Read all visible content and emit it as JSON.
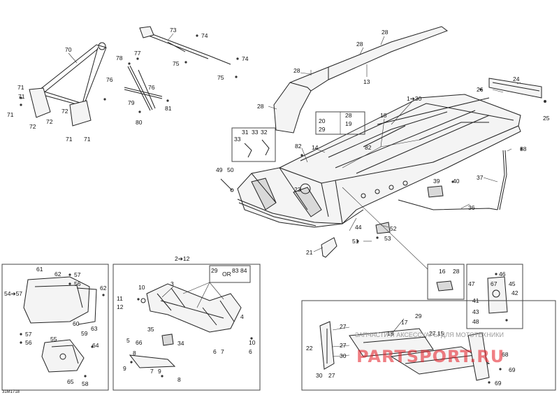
{
  "diagram": {
    "drawing_code": "31M1718",
    "callouts": {
      "n70": "70",
      "n71a": "71",
      "n71b": "71",
      "n71c": "71",
      "n71d": "71",
      "n71e": "71",
      "n72a": "72",
      "n72b": "72",
      "n72c": "72",
      "n73": "73",
      "n74a": "74",
      "n74b": "74",
      "n75a": "75",
      "n75b": "75",
      "n76a": "76",
      "n76b": "76",
      "n77": "77",
      "n78": "78",
      "n79": "79",
      "n80": "80",
      "n81": "81",
      "n28a": "28",
      "n28b": "28",
      "n28c": "28",
      "n28d": "28",
      "n13": "13",
      "n24": "24",
      "n25": "25",
      "n26": "26",
      "n1_30": "1➔30",
      "n20": "20",
      "n29a": "29",
      "n28e": "28",
      "n19": "19",
      "n18": "18",
      "n31": "31",
      "n33a": "33",
      "n32": "32",
      "n33b": "33",
      "n82a": "82",
      "n82b": "82",
      "n14": "14",
      "n49": "49",
      "n50": "50",
      "n23": "23",
      "n38": "38",
      "n37": "37",
      "n39": "39",
      "n40": "40",
      "n36": "36",
      "n44": "44",
      "n52": "52",
      "n51": "51",
      "n53": "53",
      "n21": "21",
      "n61": "61",
      "n62a": "62",
      "n57a": "57",
      "n56a": "56",
      "n54_57": "54➔57",
      "n62b": "62",
      "n60": "60",
      "n63": "63",
      "n59": "59",
      "n57b": "57",
      "n56b": "56",
      "n55": "55",
      "n64": "64",
      "n65": "65",
      "n58": "58",
      "n2_12": "2➔12",
      "n29b": "29",
      "n_or": "OR",
      "n83": "83",
      "n84": "84",
      "n3": "3",
      "n10": "10",
      "n11": "11",
      "n12": "12",
      "n4": "4",
      "n35": "35",
      "n66": "66",
      "n34": "34",
      "n5": "5",
      "n8a": "8",
      "n9a": "9",
      "n7": "7",
      "n9b": "9",
      "n8b": "8",
      "n6a": "6",
      "n7b": "7",
      "n6b": "6",
      "n10b": "10",
      "n16": "16",
      "n28f": "28",
      "n46": "46",
      "n47": "47",
      "n67": "67",
      "n45": "45",
      "n42": "42",
      "n41": "41",
      "n43": "43",
      "n48": "48",
      "n17": "17",
      "n29c": "29",
      "n27a": "27",
      "n15a": "15",
      "n22": "22",
      "n27b": "27",
      "n30a": "30",
      "n30b": "30",
      "n27c": "27",
      "n27_15": "27 15",
      "n68": "68",
      "n69a": "69",
      "n69b": "69"
    },
    "watermark": {
      "tagline": "ЗАПЧАСТИ И АКСЕССУАРЫ ДЛЯ МОТОТЕХНИКИ",
      "brand": "PARTSPORT.RU"
    }
  }
}
